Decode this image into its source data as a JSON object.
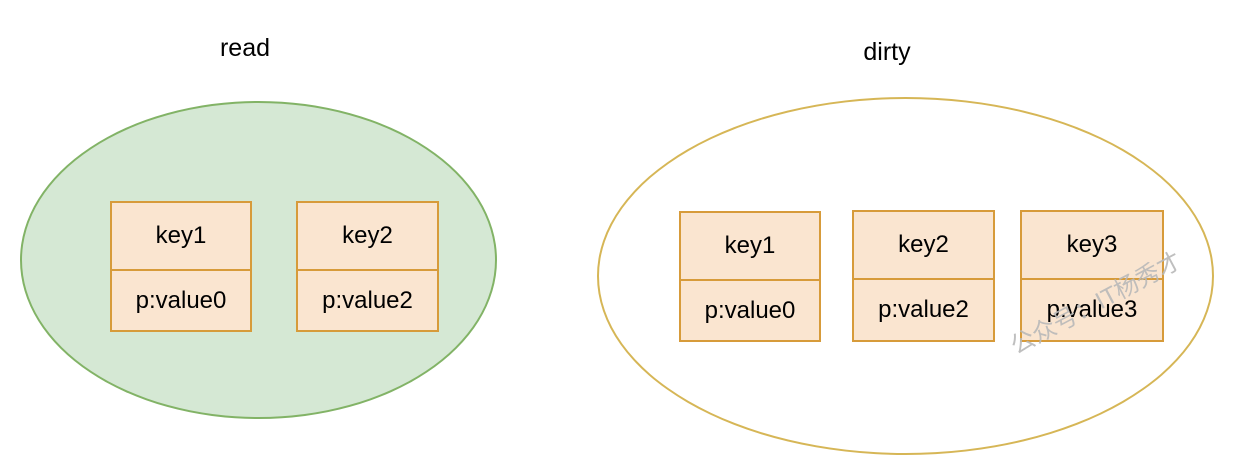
{
  "colors": {
    "read_fill": "#d5e8d4",
    "read_stroke": "#82b366",
    "dirty_fill": "#ffffff",
    "dirty_stroke": "#d6b656",
    "entry_fill": "#fae5d0",
    "entry_stroke": "#d79b3a"
  },
  "read": {
    "label": "read",
    "entries": [
      {
        "key": "key1",
        "value": "p:value0"
      },
      {
        "key": "key2",
        "value": "p:value2"
      }
    ]
  },
  "dirty": {
    "label": "dirty",
    "entries": [
      {
        "key": "key1",
        "value": "p:value0"
      },
      {
        "key": "key2",
        "value": "p:value2"
      },
      {
        "key": "key3",
        "value": "p:value3"
      }
    ]
  },
  "watermark": "公众号：IT杨秀才"
}
